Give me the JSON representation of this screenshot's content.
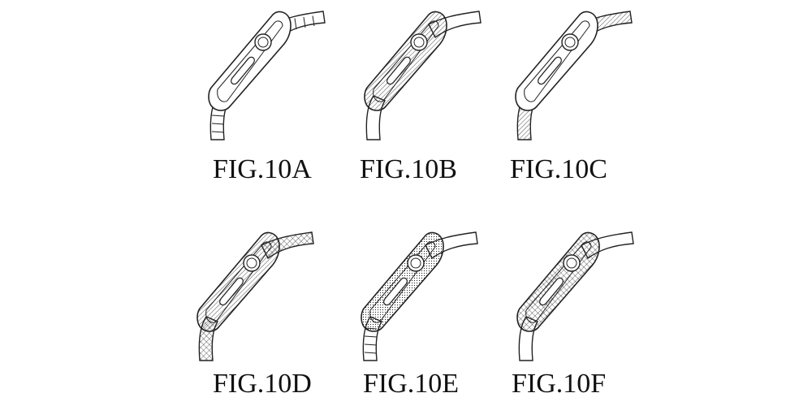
{
  "figures": [
    {
      "id": "A",
      "label": "FIG.10A",
      "case_fill": "none",
      "top_band": "segmented",
      "bottom_band": "segmented"
    },
    {
      "id": "B",
      "label": "FIG.10B",
      "case_fill": "hatch",
      "top_band": "plain",
      "bottom_band": "plain"
    },
    {
      "id": "C",
      "label": "FIG.10C",
      "case_fill": "none",
      "top_band": "hatch",
      "bottom_band": "hatch"
    },
    {
      "id": "D",
      "label": "FIG.10D",
      "case_fill": "hatch",
      "top_band": "cross",
      "bottom_band": "cross"
    },
    {
      "id": "E",
      "label": "FIG.10E",
      "case_fill": "dots",
      "top_band": "plain",
      "bottom_band": "segmented"
    },
    {
      "id": "F",
      "label": "FIG.10F",
      "case_fill": "cross",
      "top_band": "plain",
      "bottom_band": "plain"
    }
  ],
  "colors": {
    "line": "#222222",
    "background": "#ffffff"
  }
}
